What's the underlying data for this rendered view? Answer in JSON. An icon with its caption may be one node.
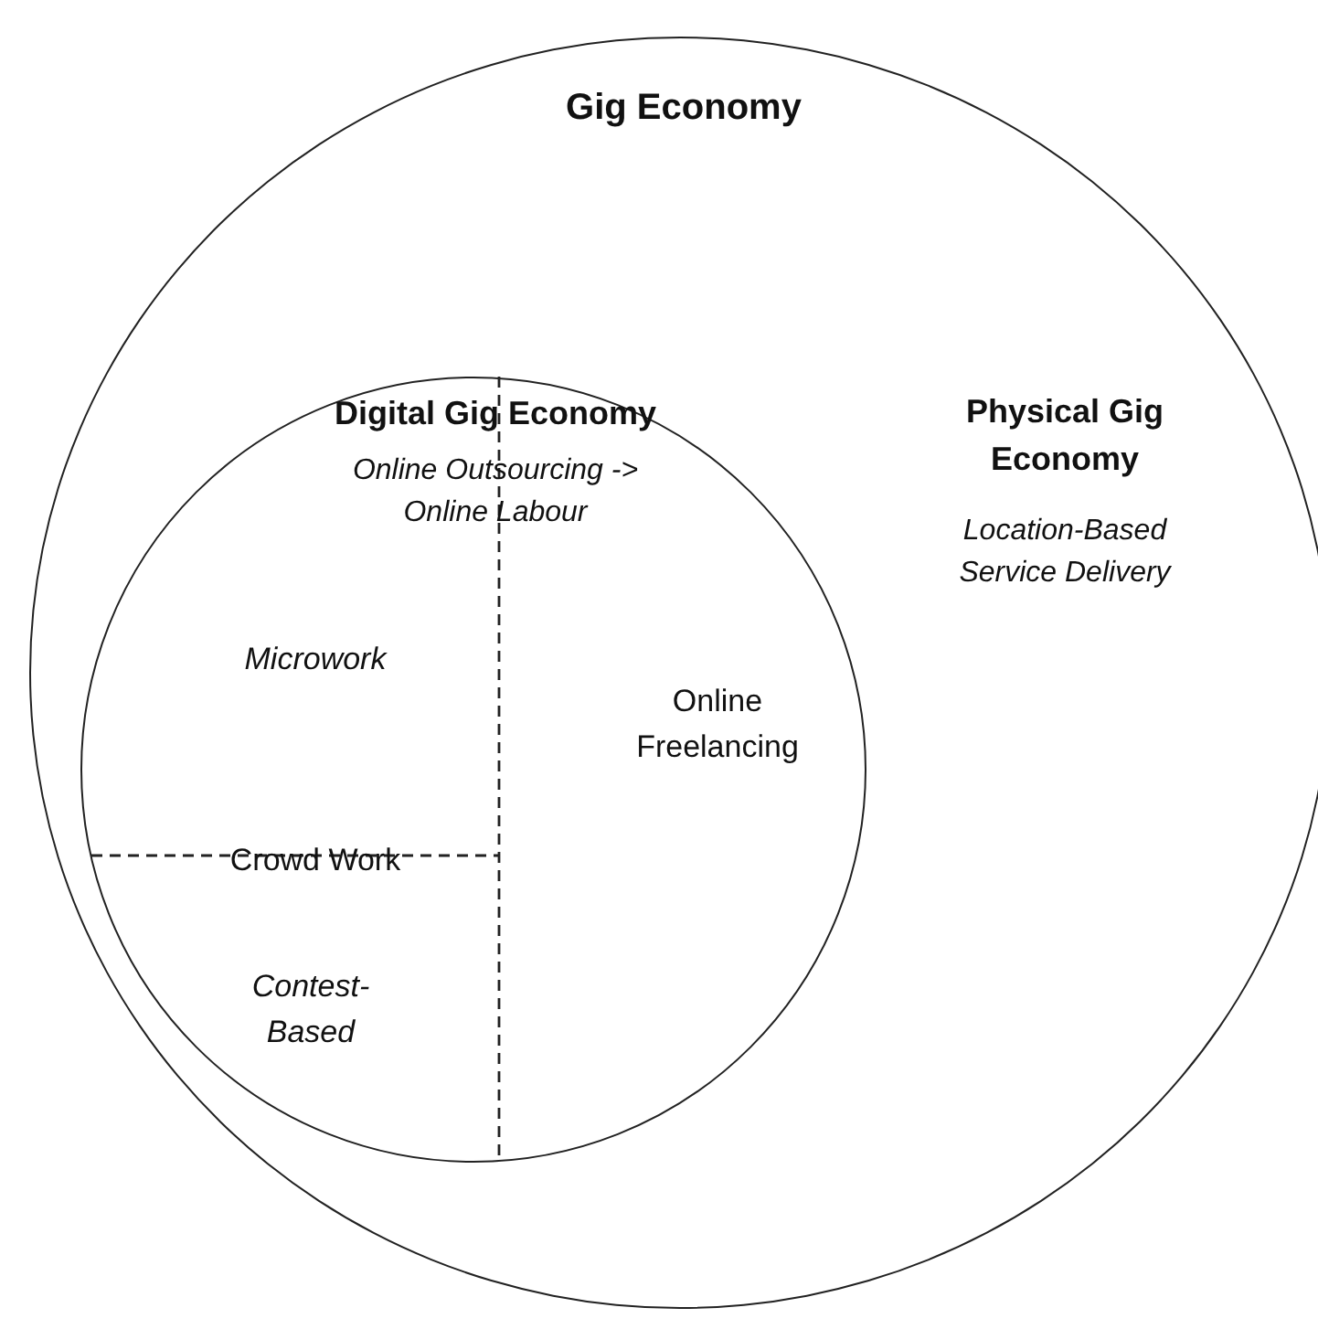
{
  "diagram": {
    "nodes": [
      {
        "text": [
          "Gig Economy"
        ]
      },
      {
        "text": [
          "Digital Gig Economy",
          "Online Outsourcing -> Online Labour"
        ],
        "in": 0
      }
    ],
    "edges": [],
    "labels": [
      "Physical Gig Economy",
      "Location-Based Service Delivery",
      "Microwork",
      "Online Freelancing",
      "Crowd Work",
      "Contest-Based"
    ]
  }
}
